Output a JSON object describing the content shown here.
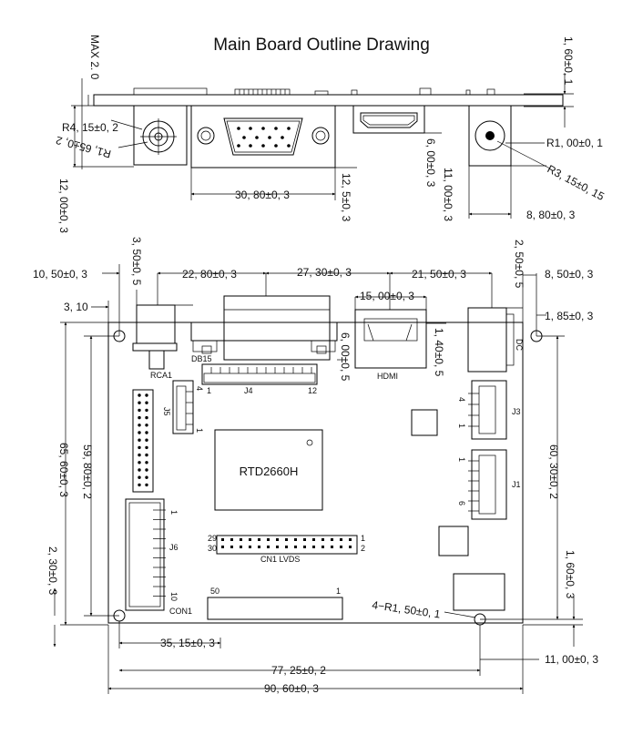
{
  "title": "Main Board Outline Drawing",
  "side_view": {
    "max_height": "MAX  2. 0",
    "thickness": "1, 60±0, 1",
    "r4": "R4, 15±0, 2",
    "r1_left": "R1, 65±0, 2",
    "r1_right": "R1, 00±0, 1",
    "r3": "R3, 15±0, 15",
    "h12": "12, 00±0, 3",
    "vga_width": "30, 80±0, 3",
    "h12_5": "12, 5±0, 3",
    "hdmi_h": "6, 00±0, 3",
    "h11": "11, 00±0, 3",
    "dc_w": "8, 80±0, 3"
  },
  "top_dims": {
    "d10_50": "10, 50±0, 3",
    "d3_10": "3, 10",
    "d3_50": "3, 50±0, 5",
    "d22_80": "22, 80±0, 3",
    "d27_30": "27, 30±0, 3",
    "d21_50": "21, 50±0, 3",
    "d15_00": "15, 00±0, 3",
    "d2_50": "2, 50±0, 5",
    "d8_50": "8, 50±0, 3",
    "d1_85": "1, 85±0, 3",
    "d6_00": "6, 00±0, 5",
    "d1_40": "1, 40±0, 5"
  },
  "side_dims": {
    "d65_60": "65, 60±0, 3",
    "d59_80": "59, 80±0, 2",
    "d2_30": "2, 30±0, 3",
    "d60_30": "60, 30±0, 2",
    "d1_60": "1, 60±0, 3"
  },
  "bottom_dims": {
    "d35_15": "35, 15±0, 3",
    "d77_25": "77, 25±0, 2",
    "d90_60": "90, 60±0, 3",
    "d11_00": "11, 00±0, 3",
    "hole": "4−R1, 50±0, 1"
  },
  "labels": {
    "rca": "RCA1",
    "db15": "DB15",
    "hdmi": "HDMI",
    "dc": "DC",
    "chip": "RTD2660H",
    "j4": "J4",
    "j4_1": "1",
    "j4_12": "12",
    "j5": "J5",
    "j5_4": "4",
    "j5_1": "1",
    "j3": "J3",
    "j3_4": "4",
    "j3_1": "1",
    "j1": "J1",
    "j1_1": "1",
    "j1_6": "6",
    "j6": "J6",
    "j6_1": "1",
    "j6_10": "10",
    "con1": "CON1",
    "cn1": "CN1  LVDS",
    "cn1_29": "29",
    "cn1_30": "30",
    "cn1_1": "1",
    "cn1_2": "2",
    "con_50": "50",
    "con_1": "1"
  }
}
